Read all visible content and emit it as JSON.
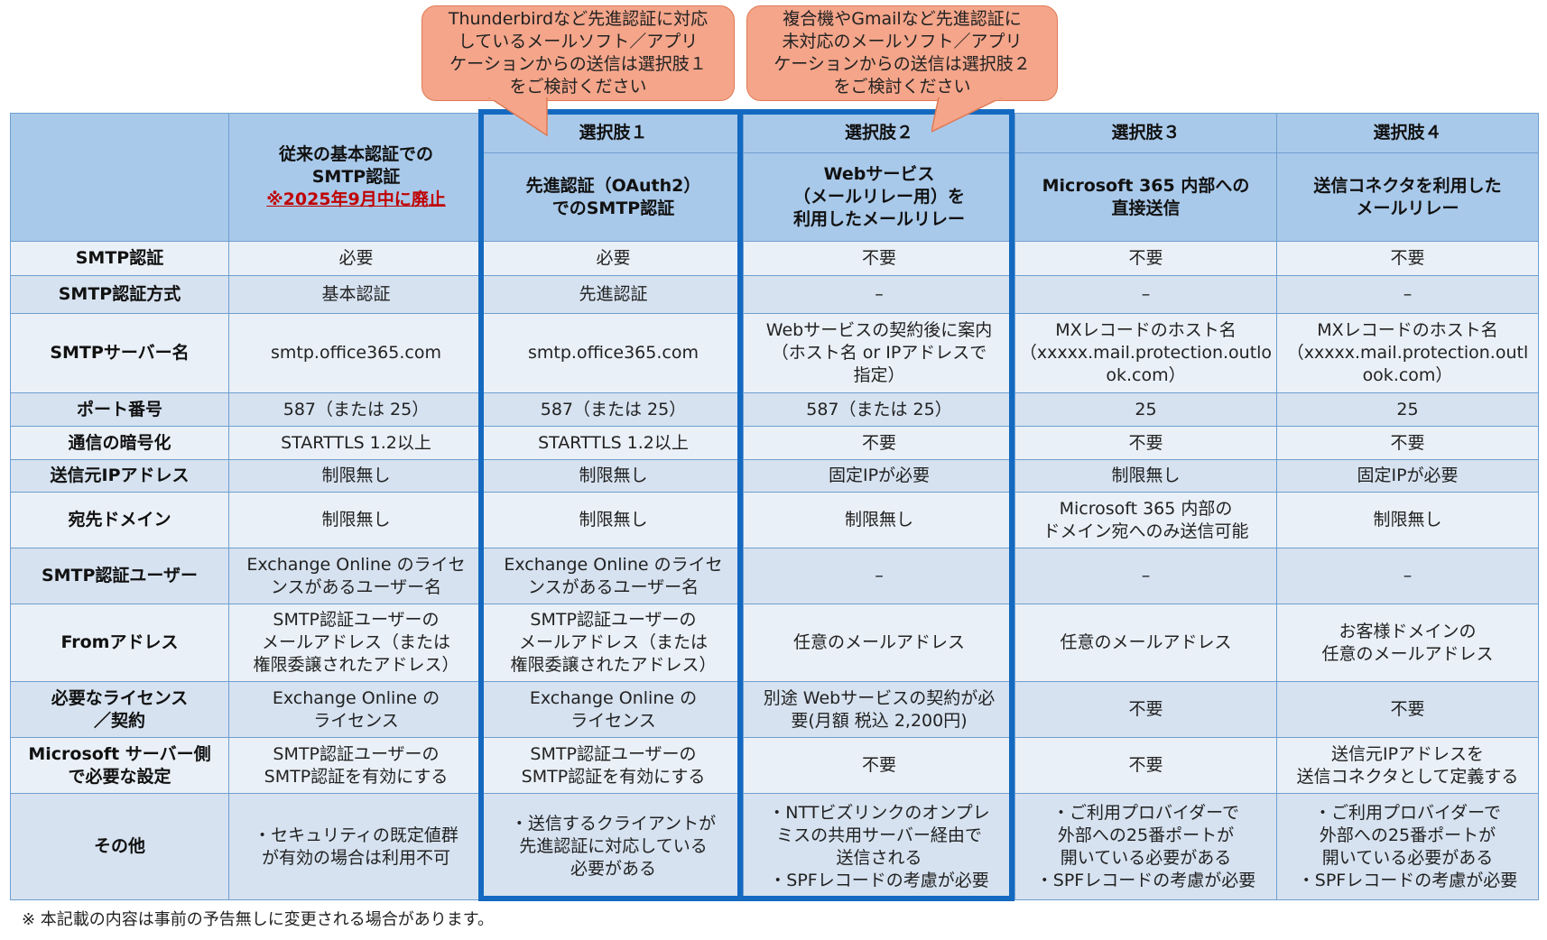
{
  "callouts": [
    {
      "text": "Thunderbirdなど先進認証に対応\nしているメールソフト／アプリ\nケーションからの送信は選択肢１\nをご検討ください"
    },
    {
      "text": "複合機やGmailなど先進認証に\n未対応のメールソフト／アプリ\nケーションからの送信は選択肢２\nをご検討ください"
    }
  ],
  "header": {
    "legacy": {
      "line": "従来の基本認証での\nSMTP認証",
      "warning": "※2025年9月中に廃止"
    },
    "options": [
      {
        "name": "選択肢１",
        "desc": "先進認証（OAuth2）\nでのSMTP認証"
      },
      {
        "name": "選択肢２",
        "desc": "Webサービス\n（メールリレー用）を\n利用したメールリレー"
      },
      {
        "name": "選択肢３",
        "desc": "Microsoft 365 内部への\n直接送信"
      },
      {
        "name": "選択肢４",
        "desc": "送信コネクタを利用した\nメールリレー"
      }
    ]
  },
  "rows": [
    {
      "label": "SMTP認証",
      "cells": [
        "必要",
        "必要",
        "不要",
        "不要",
        "不要"
      ]
    },
    {
      "label": "SMTP認証方式",
      "cells": [
        "基本認証",
        "先進認証",
        "–",
        "–",
        "–"
      ]
    },
    {
      "label": "SMTPサーバー名",
      "cells": [
        "smtp.office365.com",
        "smtp.office365.com",
        "Webサービスの契約後に案内\n（ホスト名 or IPアドレスで\n指定）",
        "MXレコードのホスト名\n（xxxxx.mail.protection.outlo\nok.com）",
        "MXレコードのホスト名\n（xxxxx.mail.protection.outl\nook.com）"
      ]
    },
    {
      "label": "ポート番号",
      "cells": [
        "587（または 25）",
        "587（または 25）",
        "587（または 25）",
        "25",
        "25"
      ]
    },
    {
      "label": "通信の暗号化",
      "cells": [
        "STARTTLS 1.2以上",
        "STARTTLS 1.2以上",
        "不要",
        "不要",
        "不要"
      ]
    },
    {
      "label": "送信元IPアドレス",
      "cells": [
        "制限無し",
        "制限無し",
        "固定IPが必要",
        "制限無し",
        "固定IPが必要"
      ]
    },
    {
      "label": "宛先ドメイン",
      "cells": [
        "制限無し",
        "制限無し",
        "制限無し",
        "Microsoft 365 内部の\nドメイン宛へのみ送信可能",
        "制限無し"
      ]
    },
    {
      "label": "SMTP認証ユーザー",
      "cells": [
        "Exchange Online のライセ\nンスがあるユーザー名",
        "Exchange Online のライセ\nンスがあるユーザー名",
        "–",
        "–",
        "–"
      ]
    },
    {
      "label": "Fromアドレス",
      "cells": [
        "SMTP認証ユーザーの\nメールアドレス（または\n権限委譲されたアドレス）",
        "SMTP認証ユーザーの\nメールアドレス（または\n権限委譲されたアドレス）",
        "任意のメールアドレス",
        "任意のメールアドレス",
        "お客様ドメインの\n任意のメールアドレス"
      ]
    },
    {
      "label": "必要なライセンス\n／契約",
      "cells": [
        "Exchange Online の\nライセンス",
        "Exchange Online の\nライセンス",
        "別途 Webサービスの契約が必\n要(月額 税込 2,200円)",
        "不要",
        "不要"
      ]
    },
    {
      "label": "Microsoft サーバー側\nで必要な設定",
      "cells": [
        "SMTP認証ユーザーの\nSMTP認証を有効にする",
        "SMTP認証ユーザーの\nSMTP認証を有効にする",
        "不要",
        "不要",
        "送信元IPアドレスを\n送信コネクタとして定義する"
      ]
    },
    {
      "label": "その他",
      "cells": [
        "・セキュリティの既定値群\nが有効の場合は利用不可",
        "・送信するクライアントが\n先進認証に対応している\n必要がある",
        "・NTTビズリンクのオンプレ\nミスの共用サーバー経由で\n送信される\n・SPFレコードの考慮が必要",
        "・ご利用プロバイダーで\n外部への25番ポートが\n開いている必要がある\n・SPFレコードの考慮が必要",
        "・ご利用プロバイダーで\n外部への25番ポートが\n開いている必要がある\n・SPFレコードの考慮が必要"
      ]
    }
  ],
  "footnote": "※ 本記載の内容は事前の予告無しに変更される場合があります。",
  "colors": {
    "header_bg": "#a9c9ea",
    "row_light": "#eaf0f7",
    "row_dark": "#d6e2f0",
    "highlight_frame": "#1469c0",
    "callout_bg": "#f4a58a",
    "warning_red": "#c00000"
  }
}
